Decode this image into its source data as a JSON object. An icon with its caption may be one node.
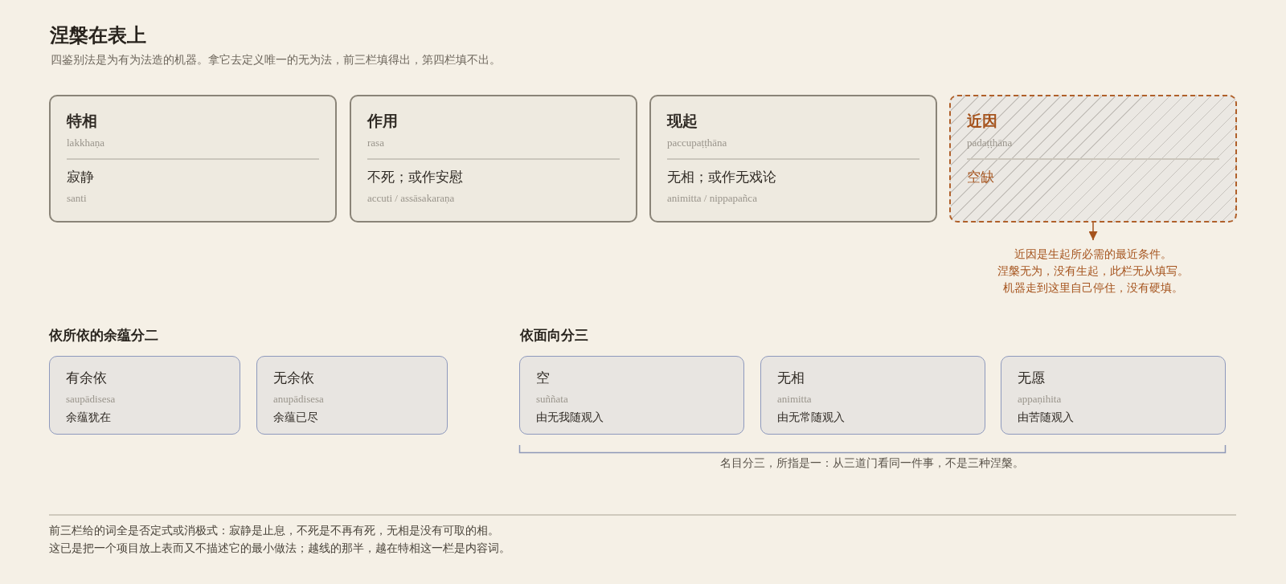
{
  "diagram": {
    "title": "涅槃在表上",
    "nodes": [
      {
        "text": [
          "特相",
          "lakkhaṇa",
          "寂静",
          "santi"
        ]
      },
      {
        "text": [
          "作用",
          "rasa",
          "不死；或作安慰",
          "accuti / assāsakaraṇa"
        ]
      },
      {
        "text": [
          "现起",
          "paccupaṭṭhāna",
          "无相；或作无戏论",
          "animitta / nippapañca"
        ]
      },
      {
        "text": [
          "近因",
          "padaṭṭhāna",
          "空缺"
        ]
      },
      {
        "text": [
          "近因是生起所必需的最近条件。",
          "涅槃无为，没有生起，此栏无从填写。",
          "机器走到这里自己停住，没有硬填。"
        ]
      },
      {
        "text": [
          "有余依",
          "saupādisesa",
          "余蕴犹在"
        ]
      },
      {
        "text": [
          "无余依",
          "anupādisesa",
          "余蕴已尽"
        ]
      },
      {
        "text": [
          "空",
          "suññata",
          "由无我随观入"
        ]
      },
      {
        "text": [
          "无相",
          "animitta",
          "由无常随观入"
        ]
      },
      {
        "text": [
          "无愿",
          "appaṇihita",
          "由苦随观入"
        ]
      }
    ],
    "edges": [
      {
        "from": 3,
        "to": 4,
        "arrow": "to"
      }
    ],
    "labels": [
      "四鉴别法是为有为法造的机器。拿它去定义唯一的无为法，前三栏填得出，第四栏填不出。",
      "依所依的余蕴分二",
      "依面向分三",
      "名目分三，所指是一：从三道门看同一件事，不是三种涅槃。",
      "前三栏给的词全是否定式或消极式：寂静是止息，不死是不再有死，无相是没有可取的相。",
      "这已是把一个项目放上表而又不描述它的最小做法；越线的那半，越在特相这一栏是内容词。"
    ]
  }
}
